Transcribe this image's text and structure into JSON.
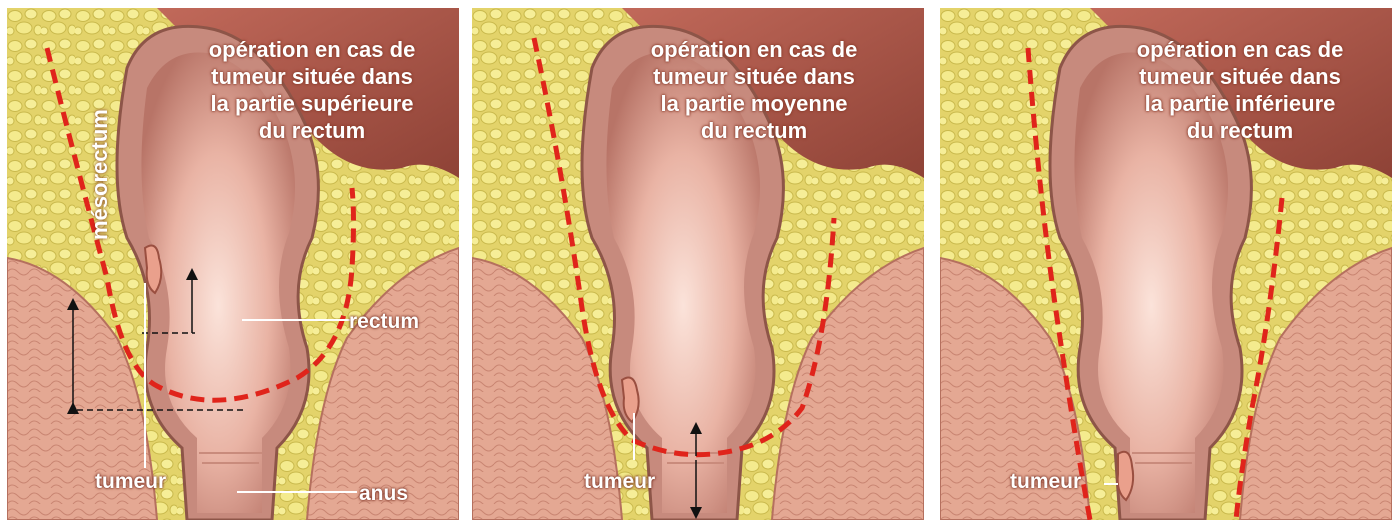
{
  "panels": [
    {
      "title": "opération en cas de\ntumeur située dans\nla partie supérieure\ndu rectum"
    },
    {
      "title": "opération en cas de\ntumeur située dans\nla partie moyenne\ndu rectum"
    },
    {
      "title": "opération en cas de\ntumeur située dans\nla partie inférieure\ndu rectum"
    }
  ],
  "labels": {
    "mesorectum": "mésorectum",
    "rectum": "rectum",
    "tumeur": "tumeur",
    "anus": "anus"
  },
  "colors": {
    "fat": "#e6d870",
    "fat_globule": "#f3ea8c",
    "muscle": "#e2a48f",
    "rectum_wall": "#c98a7c",
    "rectum_inner": "#f2c9bc",
    "colon": "#a9584c",
    "dashed_line": "#e0241b"
  }
}
